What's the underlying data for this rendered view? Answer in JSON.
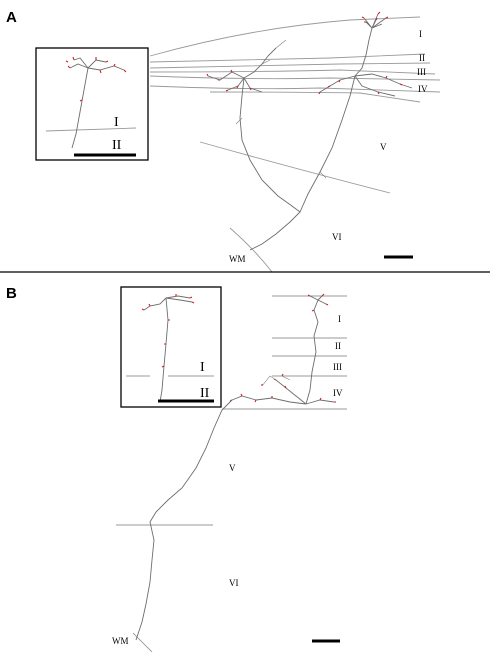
{
  "panels": [
    {
      "letter": "A",
      "layers": [
        "I",
        "II",
        "III",
        "IV",
        "V",
        "VI",
        "WM"
      ],
      "inset_layers": [
        "I",
        "II"
      ]
    },
    {
      "letter": "B",
      "layers": [
        "I",
        "II",
        "III",
        "IV",
        "V",
        "VI",
        "WM"
      ],
      "inset_layers": [
        "I",
        "II"
      ]
    }
  ],
  "colors": {
    "boundary": "#9a9a9a",
    "dendrite": "#6d6d6d",
    "spine_marks": "#d21c1c",
    "divider": "#000000"
  }
}
